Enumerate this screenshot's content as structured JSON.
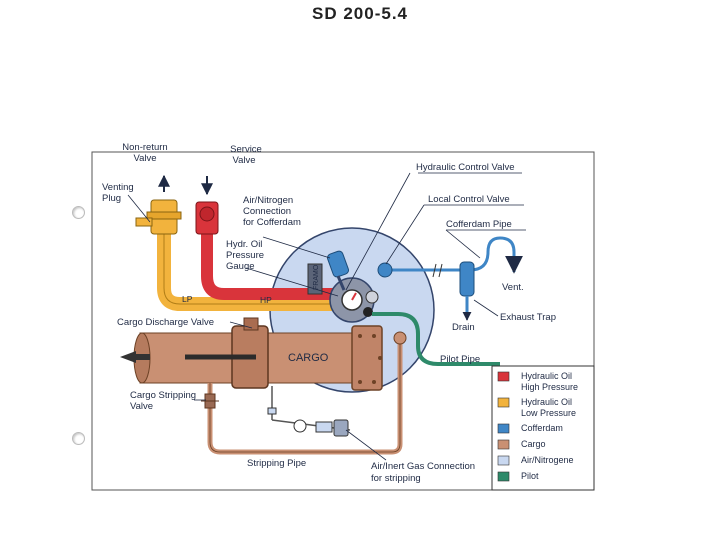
{
  "title": "SD 200-5.4",
  "labels": {
    "non_return_valve_1": "Non-return",
    "non_return_valve_2": "Valve",
    "service_valve_1": "Service",
    "service_valve_2": "Valve",
    "venting_plug_1": "Venting",
    "venting_plug_2": "Plug",
    "air_nitrogen_1": "Air/Nitrogen",
    "air_nitrogen_2": "Connection",
    "air_nitrogen_3": "for Cofferdam",
    "hydr_gauge_1": "Hydr. Oil",
    "hydr_gauge_2": "Pressure",
    "hydr_gauge_3": "Gauge",
    "hydraulic_control_valve": "Hydraulic Control Valve",
    "local_control_valve": "Local Control Valve",
    "cofferdam_pipe": "Cofferdam Pipe",
    "vent": "Vent.",
    "exhaust_trap": "Exhaust Trap",
    "drain": "Drain",
    "lp": "LP",
    "hp": "HP",
    "framo": "FRAMO",
    "cargo_discharge_valve": "Cargo Discharge Valve",
    "cargo": "CARGO",
    "pilot_pipe": "Pilot Pipe",
    "cargo_stripping_valve_1": "Cargo Stripping",
    "cargo_stripping_valve_2": "Valve",
    "stripping_pipe": "Stripping Pipe",
    "air_inert_1": "Air/Inert Gas Connection",
    "air_inert_2": "for stripping"
  },
  "legend": [
    {
      "line1": "Hydraulic Oil",
      "line2": "High Pressure",
      "color": "#d9343b"
    },
    {
      "line1": "Hydraulic Oil",
      "line2": "Low Pressure",
      "color": "#f2b33d"
    },
    {
      "line1": "Cofferdam",
      "line2": "",
      "color": "#3f86c6"
    },
    {
      "line1": "Cargo",
      "line2": "",
      "color": "#c99073"
    },
    {
      "line1": "Air/Nitrogene",
      "line2": "",
      "color": "#c9d8f0"
    },
    {
      "line1": "Pilot",
      "line2": "",
      "color": "#2e8a6a"
    }
  ],
  "colors": {
    "hp": "#d9343b",
    "lp": "#f2b33d",
    "cofferdam": "#3f86c6",
    "cargo": "#c99073",
    "air": "#c9d8f0",
    "pilot": "#2e8a6a"
  }
}
